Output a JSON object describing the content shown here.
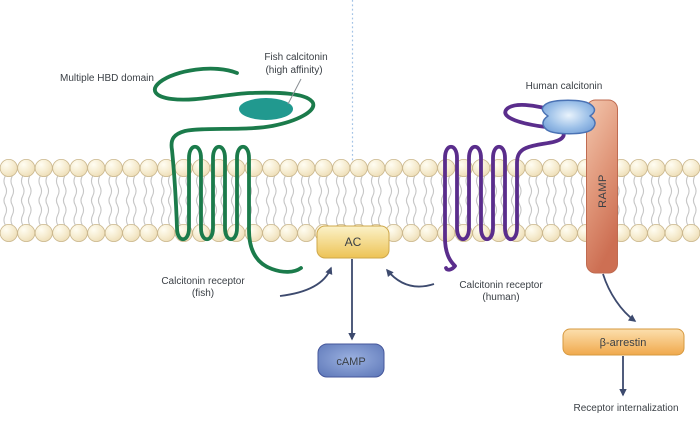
{
  "diagram": {
    "type": "cell-signaling-pathway",
    "membrane": {
      "description": "lipid bilayer"
    },
    "fish_pathway": {
      "hbd_label": "Multiple HBD domain",
      "ligand_label_line1": "Fish calcitonin",
      "ligand_label_line2": "(high affinity)",
      "receptor_label_line1": "Calcitonin receptor",
      "receptor_label_line2": "(fish)"
    },
    "human_pathway": {
      "ligand_label": "Human calcitonin",
      "receptor_label_line1": "Calcitonin receptor",
      "receptor_label_line2": "(human)",
      "ramp_label": "RAMP",
      "beta_arrestin_label": "β-arrestin",
      "outcome_label": "Receptor internalization"
    },
    "signaling": {
      "ac_label": "AC",
      "camp_label": "cAMP"
    }
  },
  "colors": {
    "receptor_fish": "#1b7b4b",
    "receptor_human": "#5a2d8c",
    "ligand_fish": "#21998f",
    "arrow": "#3d4a6e",
    "lipid_head_border": "#cbb88e",
    "lipid_tail": "#c6c6c6",
    "dotted_line": "#a3c3e6",
    "leader_line": "#8a8f94",
    "ac_accent": "#eec554",
    "camp_accent": "#5a74b6",
    "arrestin_accent": "#f0a94c",
    "ramp_accent": "#cd6f53",
    "ligand_human_accent": "#4a72b4"
  }
}
